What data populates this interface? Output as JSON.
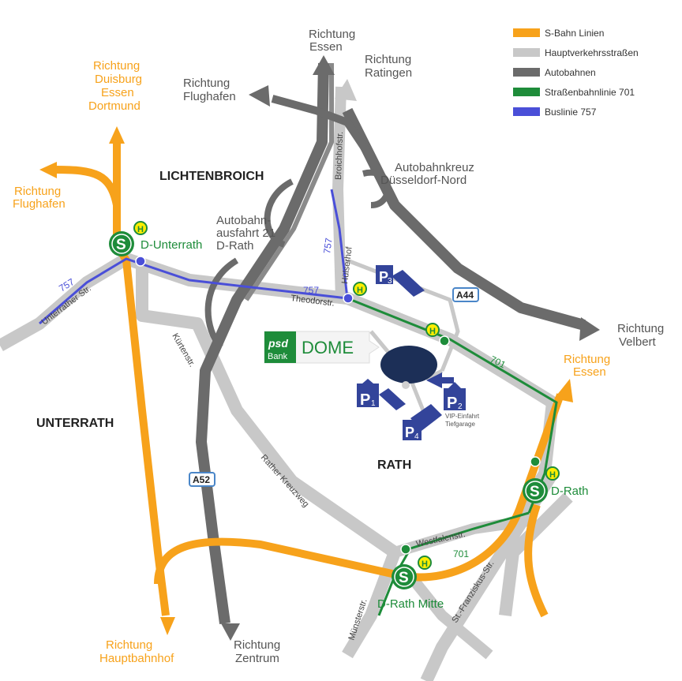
{
  "colors": {
    "sbahn": "#f7a21b",
    "main_road": "#c8c8c8",
    "autobahn": "#6b6b6b",
    "tram": "#1e8c3a",
    "bus": "#4a4fd8",
    "parking": "#33449a",
    "dome_green": "#1e8c3a"
  },
  "legend": [
    {
      "label": "S-Bahn Linien",
      "color": "#f7a21b"
    },
    {
      "label": "Hauptverkehrsstraßen",
      "color": "#c8c8c8"
    },
    {
      "label": "Autobahnen",
      "color": "#6b6b6b"
    },
    {
      "label": "Straßenbahnlinie 701",
      "color": "#1e8c3a"
    },
    {
      "label": "Buslinie 757",
      "color": "#4a4fd8"
    }
  ],
  "directions": {
    "essen_top": [
      "Richtung",
      "Essen"
    ],
    "ratingen": [
      "Richtung",
      "Ratingen"
    ],
    "flughafen_top": [
      "Richtung",
      "Flughafen"
    ],
    "duisburg": [
      "Richtung",
      "Duisburg",
      "Essen",
      "Dortmund"
    ],
    "flughafen_left": [
      "Richtung",
      "Flughafen"
    ],
    "velbert": [
      "Richtung",
      "Velbert"
    ],
    "essen_right": [
      "Richtung",
      "Essen"
    ],
    "hauptbahnhof": [
      "Richtung",
      "Hauptbahnhof"
    ],
    "zentrum": [
      "Richtung",
      "Zentrum"
    ]
  },
  "districts": {
    "lichtenbroich": "LICHTENBROICH",
    "unterrath": "UNTERRATH",
    "rath": "RATH"
  },
  "labels": {
    "autobahnkreuz": [
      "Autobahnkreuz",
      "Düsseldorf-Nord"
    ],
    "ausfahrt": [
      "Autobahn-",
      "ausfahrt 21",
      "D-Rath"
    ],
    "vip": [
      "VIP-Einfahrt",
      "Tiefgarage"
    ]
  },
  "streets": {
    "broichhofstr": "Broichhofstr.",
    "huelserhof": "Hülserhof",
    "theodorstr": "Theodorstr.",
    "unterrather": "Unterrather Str.",
    "kuertenstr": "Kürtenstr.",
    "rather_kreuzweg": "Rather Kreuzweg",
    "westfalenstr": "Westfalenstr.",
    "muensterstr": "Münsterstr.",
    "st_franziskus": "St.-Franziskus-Str."
  },
  "road_shields": {
    "a44": "A44",
    "a52": "A52"
  },
  "line_numbers": {
    "bus_left": "757",
    "bus_mid": "757",
    "bus_vert": "757",
    "tram_right": "701",
    "tram_bottom": "701"
  },
  "stations": {
    "unterrath": "D-Unterrath",
    "rath": "D-Rath",
    "rath_mitte": "D-Rath Mitte",
    "s_letter": "S",
    "h_letter": "H"
  },
  "venue": {
    "logo_top": "psd",
    "logo_bottom": "Bank",
    "name": "DOME"
  },
  "parking": {
    "p1": "1",
    "p2": "2",
    "p3": "3",
    "p4": "4",
    "p_letter": "P"
  }
}
